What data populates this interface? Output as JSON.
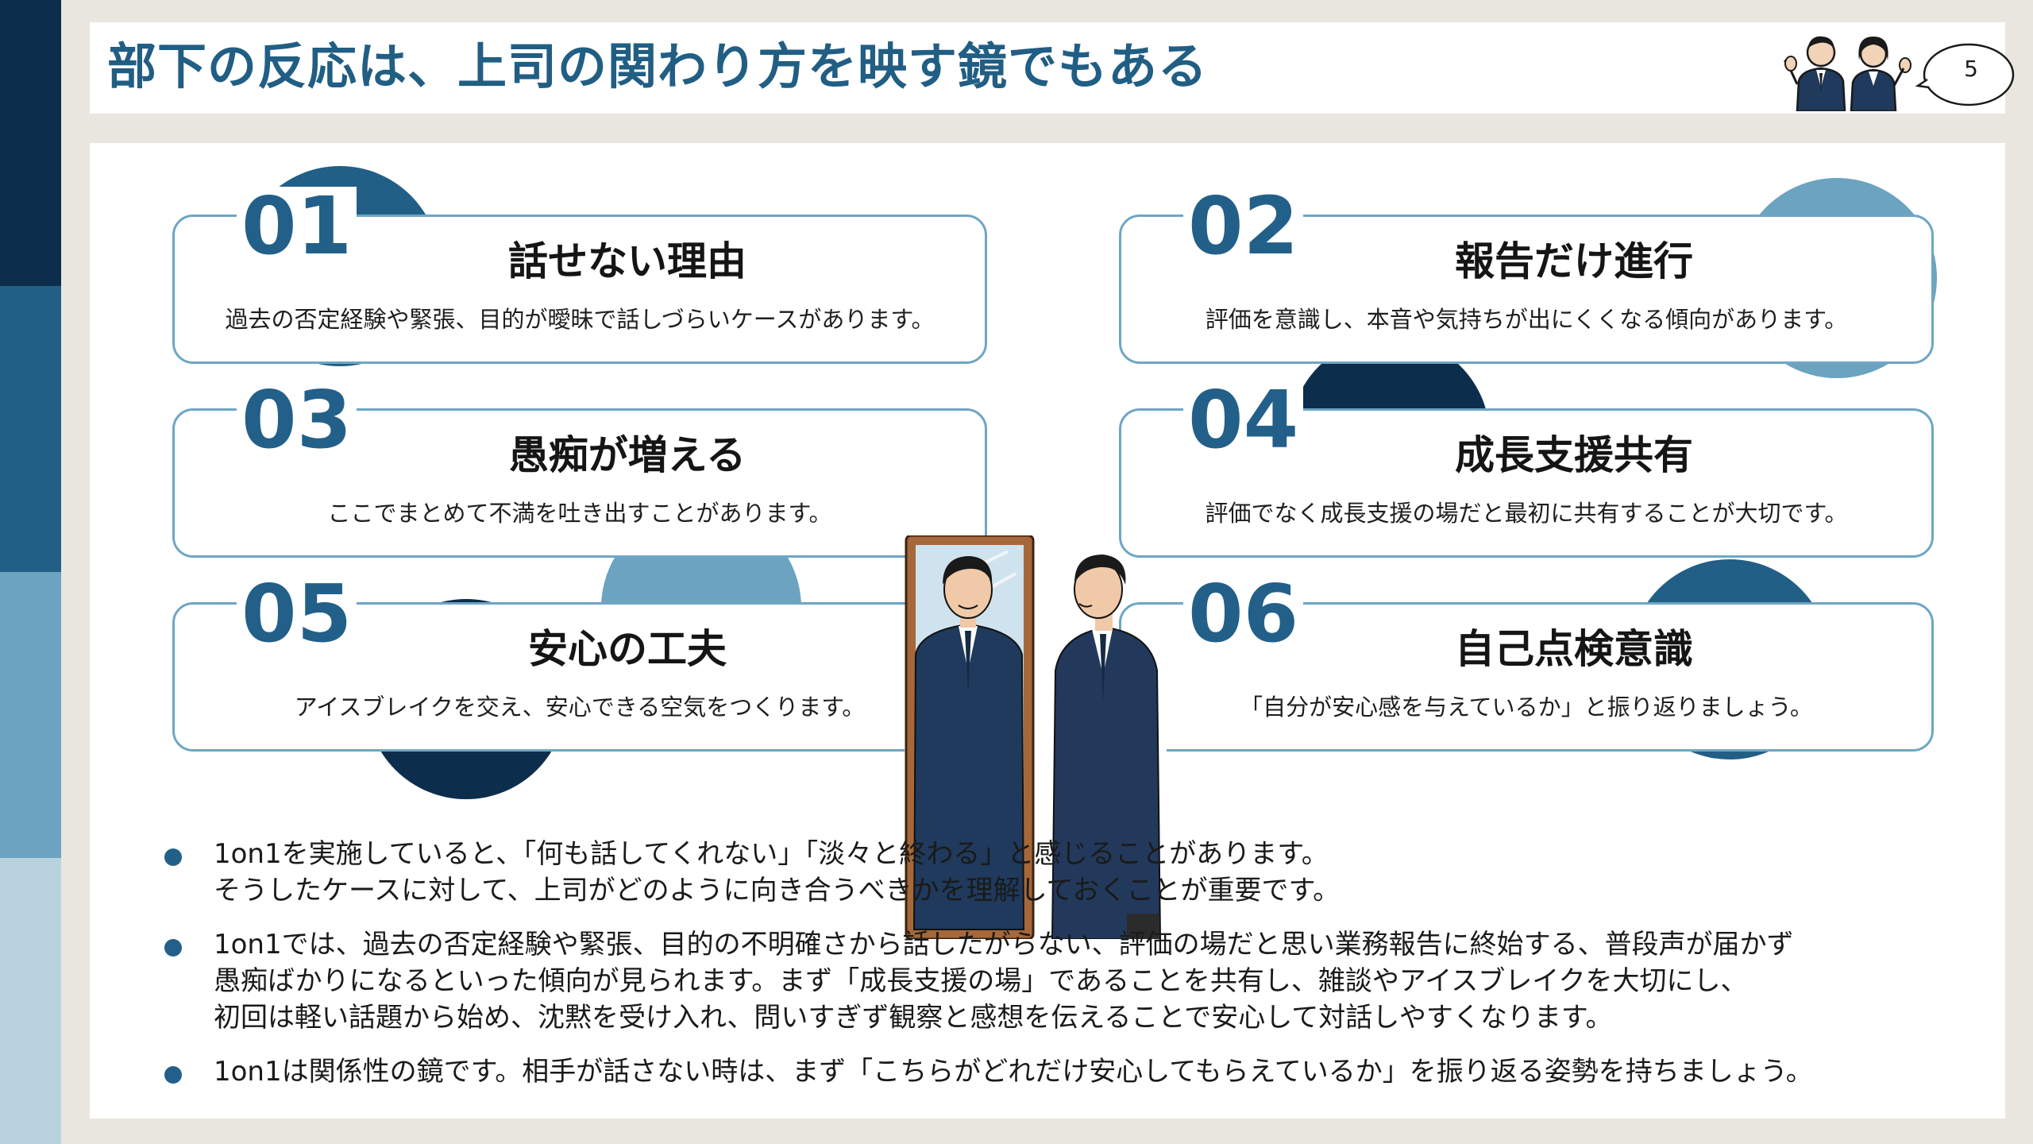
{
  "slide": {
    "title": "部下の反応は、上司の関わり方を映す鏡でもある",
    "page_number": "5"
  },
  "colors": {
    "navy": "#0d2d4c",
    "blue": "#225f86",
    "light_blue": "#6ba3c0",
    "pale_blue": "#b9d3de",
    "background": "#e9e6df"
  },
  "cards": [
    {
      "number": "01",
      "title": "話せない理由",
      "description": "過去の否定経験や緊張、目的が曖昧で話しづらいケースがあります。"
    },
    {
      "number": "02",
      "title": "報告だけ進行",
      "description": "評価を意識し、本音や気持ちが出にくくなる傾向があります。"
    },
    {
      "number": "03",
      "title": "愚痴が増える",
      "description": "ここでまとめて不満を吐き出すことがあります。"
    },
    {
      "number": "04",
      "title": "成長支援共有",
      "description": "評価でなく成長支援の場だと最初に共有することが大切です。"
    },
    {
      "number": "05",
      "title": "安心の工夫",
      "description": "アイスブレイクを交え、安心できる空気をつくります。"
    },
    {
      "number": "06",
      "title": "自己点検意識",
      "description": "「自分が安心感を与えているか」と振り返りましょう。"
    }
  ],
  "bullets": [
    {
      "lines": [
        "1on1を実施していると、「何も話してくれない」「淡々と終わる」と感じることがあります。",
        "そうしたケースに対して、上司がどのように向き合うべきかを理解しておくことが重要です。"
      ]
    },
    {
      "lines": [
        "1on1では、過去の否定経験や緊張、目的の不明確さから話したがらない、評価の場だと思い業務報告に終始する、普段声が届かず",
        "愚痴ばかりになるといった傾向が見られます。まず「成長支援の場」であることを共有し、雑談やアイスブレイクを大切にし、",
        "初回は軽い話題から始め、沈黙を受け入れ、問いすぎず観察と感想を伝えることで安心して対話しやすくなります。"
      ]
    },
    {
      "lines": [
        "1on1は関係性の鏡です。相手が話さない時は、まず「こちらがどれだけ安心してもらえているか」を振り返る姿勢を持ちましょう。"
      ]
    }
  ],
  "icons": {
    "header": "waving-people-icon",
    "page_badge": "speech-bubble-icon",
    "illustration": "businessman-mirror-illustration"
  }
}
